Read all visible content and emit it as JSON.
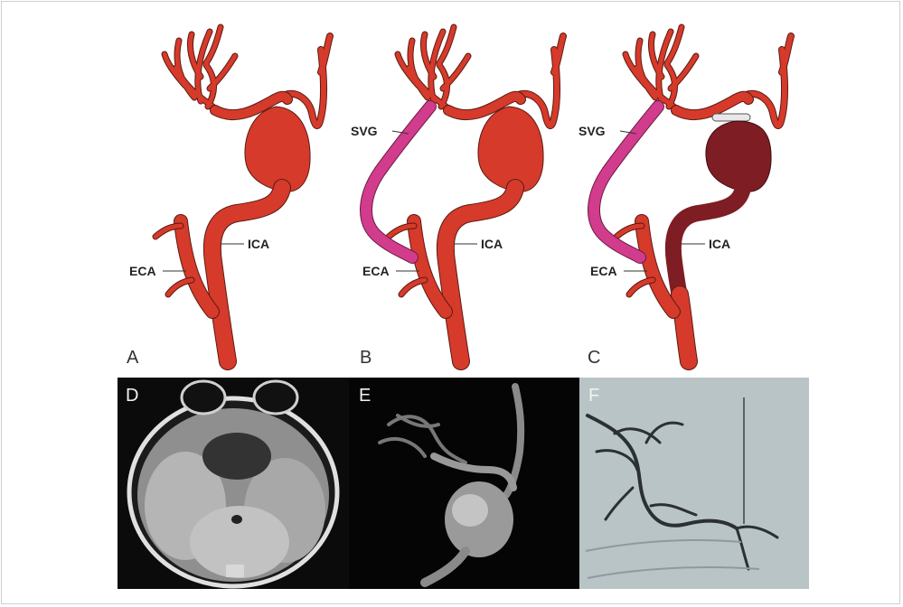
{
  "panels": {
    "A": {
      "letter": "A",
      "eca_label": "ECA",
      "ica_label": "ICA"
    },
    "B": {
      "letter": "B",
      "svg_label": "SVG",
      "eca_label": "ECA",
      "ica_label": "ICA"
    },
    "C": {
      "letter": "C",
      "svg_label": "SVG",
      "eca_label": "ECA",
      "ica_label": "ICA"
    },
    "D": {
      "letter": "D",
      "image": "axial MRI brain scan"
    },
    "E": {
      "letter": "E",
      "image": "3D angiography reconstruction"
    },
    "F": {
      "letter": "F",
      "image": "digital subtraction angiogram"
    }
  },
  "colors": {
    "artery": "#d63a2a",
    "graft": "#d23c8c",
    "thrombosed": "#7f1d24",
    "background": "#ffffff"
  }
}
